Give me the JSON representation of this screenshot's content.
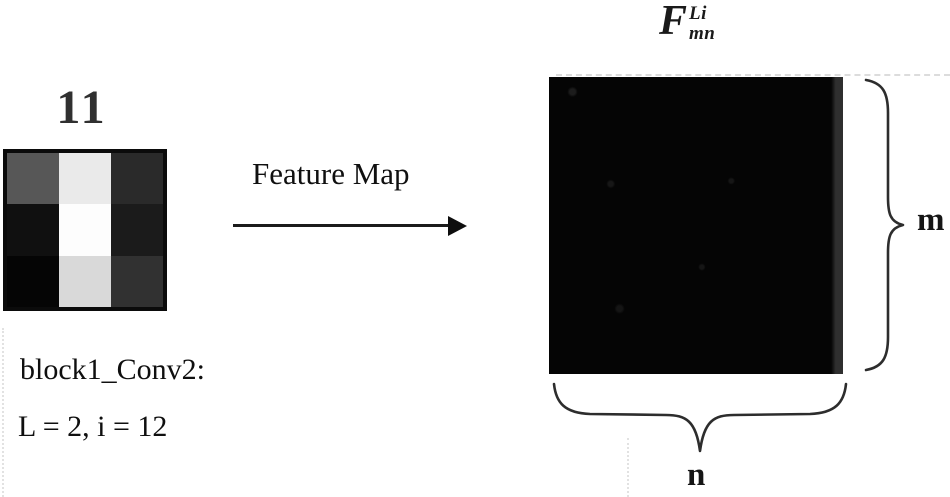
{
  "filter_panel": {
    "index_label": "11",
    "grid": {
      "border_color": "#0b0b0b",
      "cell_colors": [
        [
          "#575757",
          "#eaeaea",
          "#2a2a2a"
        ],
        [
          "#101010",
          "#fdfdfd",
          "#1b1b1b"
        ],
        [
          "#050505",
          "#d9d9d9",
          "#313131"
        ]
      ]
    },
    "caption_line1": "block1_Conv2:",
    "caption_line2": "L = 2, i = 12"
  },
  "transform": {
    "label": "Feature Map"
  },
  "feature_map_panel": {
    "symbol": {
      "base": "F",
      "superscript": "Li",
      "subscript": "mn"
    },
    "map_fill": "#050505",
    "map_edge_highlight": "#2f2f2f",
    "height_label": "m",
    "width_label": "n"
  }
}
